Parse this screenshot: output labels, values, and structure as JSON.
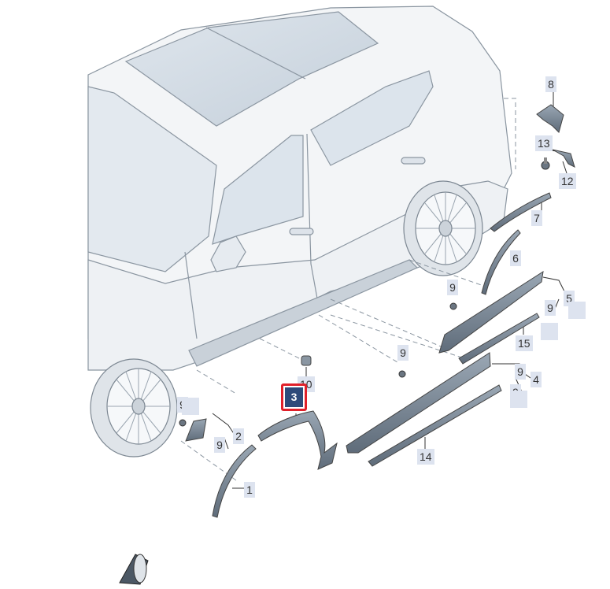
{
  "callouts": {
    "c1": "1",
    "c2": "2",
    "c3": "3",
    "c4": "4",
    "c5": "5",
    "c6": "6",
    "c7": "7",
    "c8": "8",
    "c9": "9",
    "c10": "10",
    "c12": "12",
    "c13": "13",
    "c14": "14",
    "c15": "15"
  },
  "highlight_color": "#e0202a",
  "callout_bg": "#dde3ef",
  "selected_bg": "#2d4a7a"
}
